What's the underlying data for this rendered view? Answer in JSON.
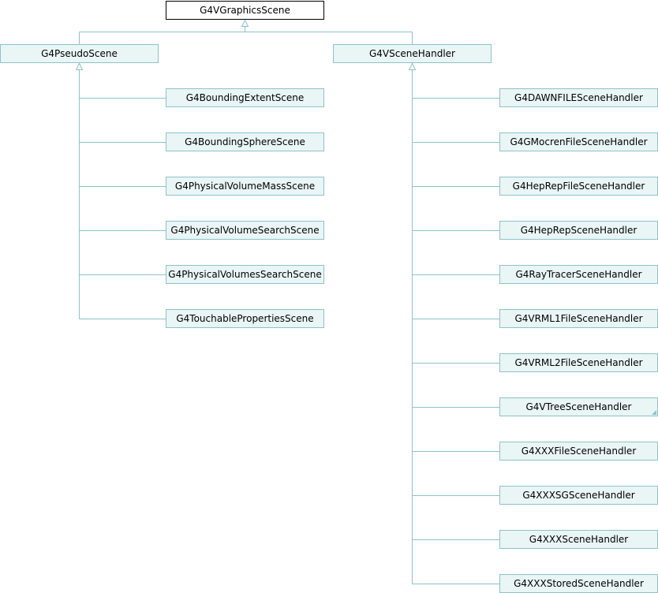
{
  "root": {
    "label": "G4VGraphicsScene"
  },
  "groups": [
    {
      "label": "G4PseudoScene",
      "children": [
        "G4BoundingExtentScene",
        "G4BoundingSphereScene",
        "G4PhysicalVolumeMassScene",
        "G4PhysicalVolumeSearchScene",
        "G4PhysicalVolumesSearchScene",
        "G4TouchablePropertiesScene"
      ]
    },
    {
      "label": "G4VSceneHandler",
      "children": [
        "G4DAWNFILESceneHandler",
        "G4GMocrenFileSceneHandler",
        "G4HepRepFileSceneHandler",
        "G4HepRepSceneHandler",
        "G4RayTracerSceneHandler",
        "G4VRML1FileSceneHandler",
        "G4VRML2FileSceneHandler",
        "G4VTreeSceneHandler",
        "G4XXXFileSceneHandler",
        "G4XXXSGSceneHandler",
        "G4XXXSceneHandler",
        "G4XXXStoredSceneHandler"
      ]
    }
  ],
  "nodes_with_more_subclasses": [
    "G4VTreeSceneHandler"
  ],
  "colors": {
    "edge": "#8cc3c9",
    "node_fill": "#eaf5f5",
    "root_fill": "#ffffff",
    "root_border": "#000000"
  }
}
